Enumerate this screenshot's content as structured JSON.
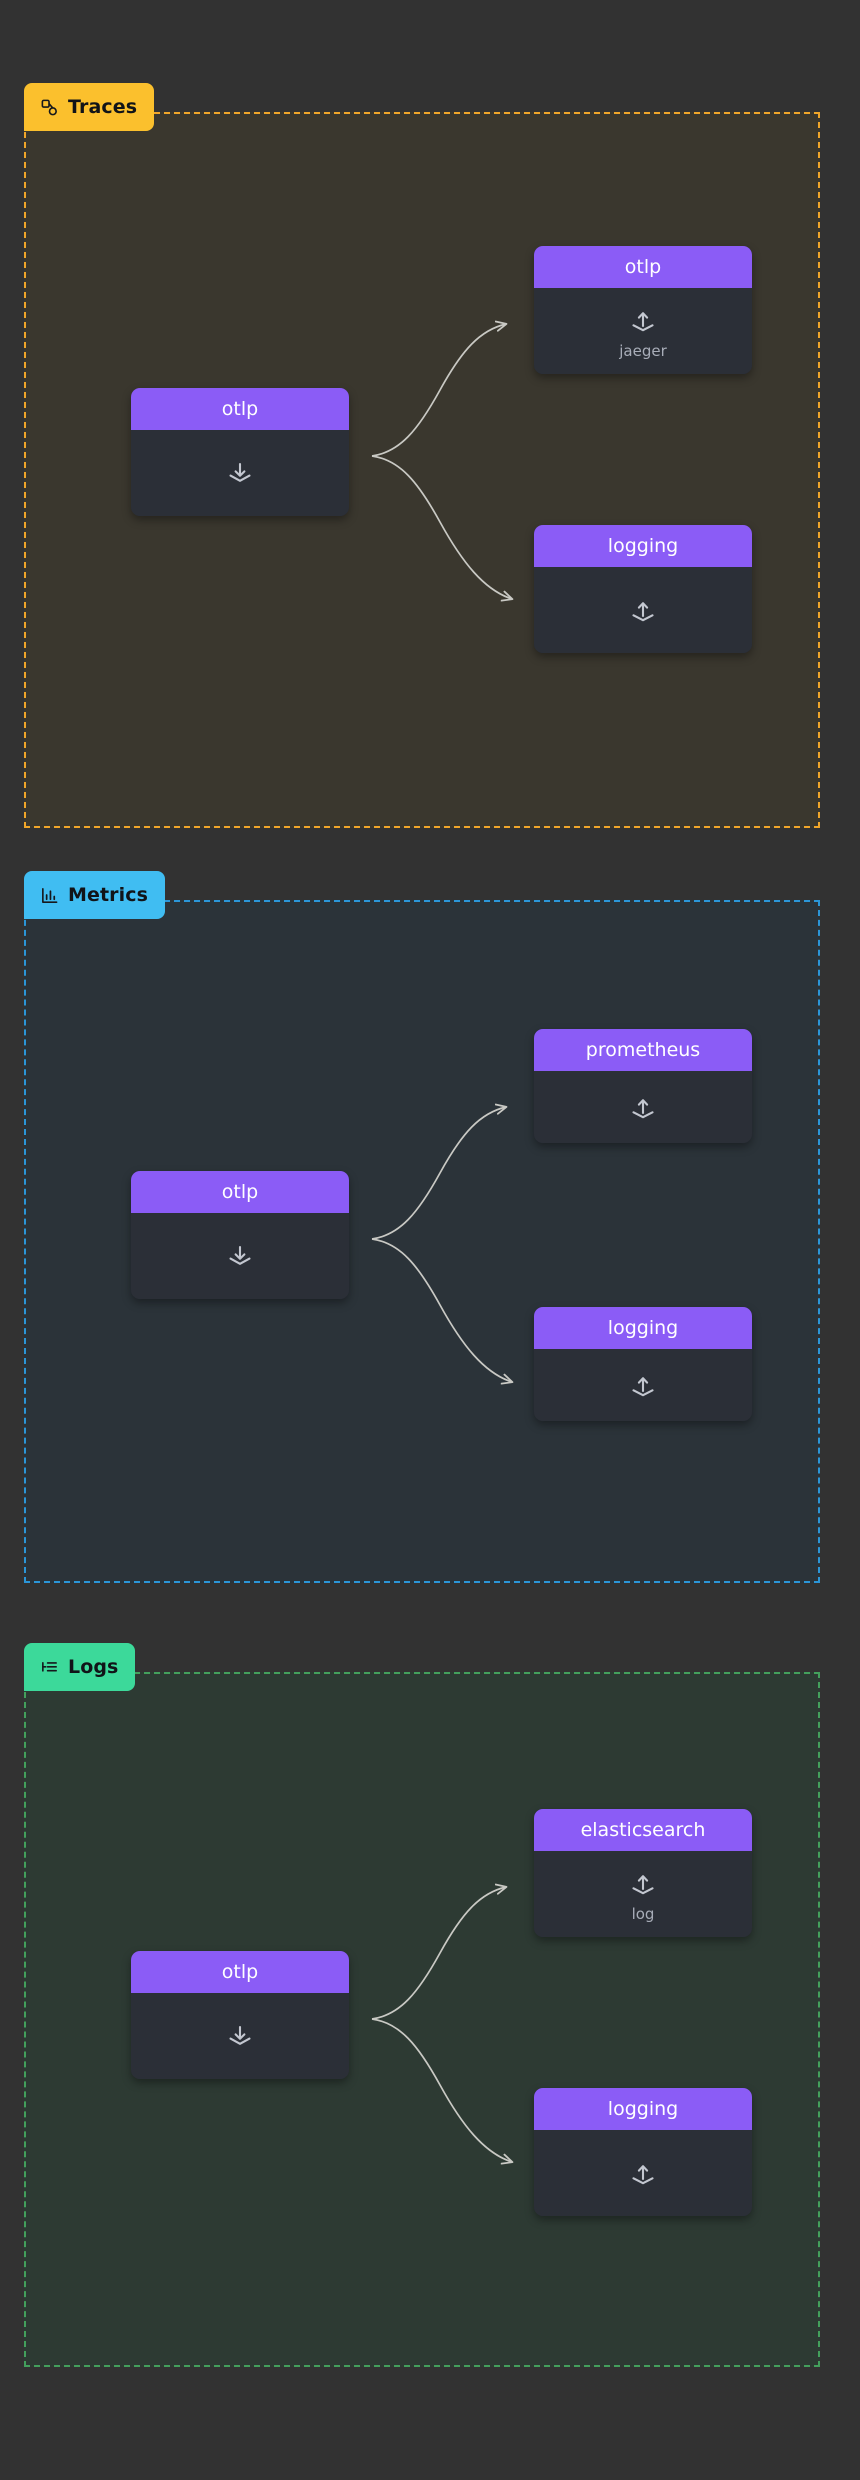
{
  "page": {
    "background": "#323232",
    "node_header_color": "#8b5cf6",
    "node_body_color": "#2b2f37",
    "edge_color": "#c9c9c4"
  },
  "groups": [
    {
      "id": "traces",
      "label": "Traces",
      "icon": "traces-graph-icon",
      "badge_color": "#fbc02d",
      "border_color": "#f0a62a",
      "fill_color": "#3a372e",
      "receivers": [
        {
          "title": "otlp",
          "subtitle": "",
          "icon": "receiver-download-icon"
        }
      ],
      "exporters": [
        {
          "title": "otlp",
          "subtitle": "jaeger",
          "icon": "exporter-upload-icon"
        },
        {
          "title": "logging",
          "subtitle": "",
          "icon": "exporter-upload-icon"
        }
      ]
    },
    {
      "id": "metrics",
      "label": "Metrics",
      "icon": "metrics-barchart-icon",
      "badge_color": "#40bdf2",
      "border_color": "#2b96d8",
      "fill_color": "#2b3339",
      "receivers": [
        {
          "title": "otlp",
          "subtitle": "",
          "icon": "receiver-download-icon"
        }
      ],
      "exporters": [
        {
          "title": "prometheus",
          "subtitle": "",
          "icon": "exporter-upload-icon"
        },
        {
          "title": "logging",
          "subtitle": "",
          "icon": "exporter-upload-icon"
        }
      ]
    },
    {
      "id": "logs",
      "label": "Logs",
      "icon": "logs-list-icon",
      "badge_color": "#3cd99a",
      "border_color": "#43a05c",
      "fill_color": "#2d3a33",
      "receivers": [
        {
          "title": "otlp",
          "subtitle": "",
          "icon": "receiver-download-icon"
        }
      ],
      "exporters": [
        {
          "title": "elasticsearch",
          "subtitle": "log",
          "icon": "exporter-upload-icon"
        },
        {
          "title": "logging",
          "subtitle": "",
          "icon": "exporter-upload-icon"
        }
      ]
    }
  ]
}
